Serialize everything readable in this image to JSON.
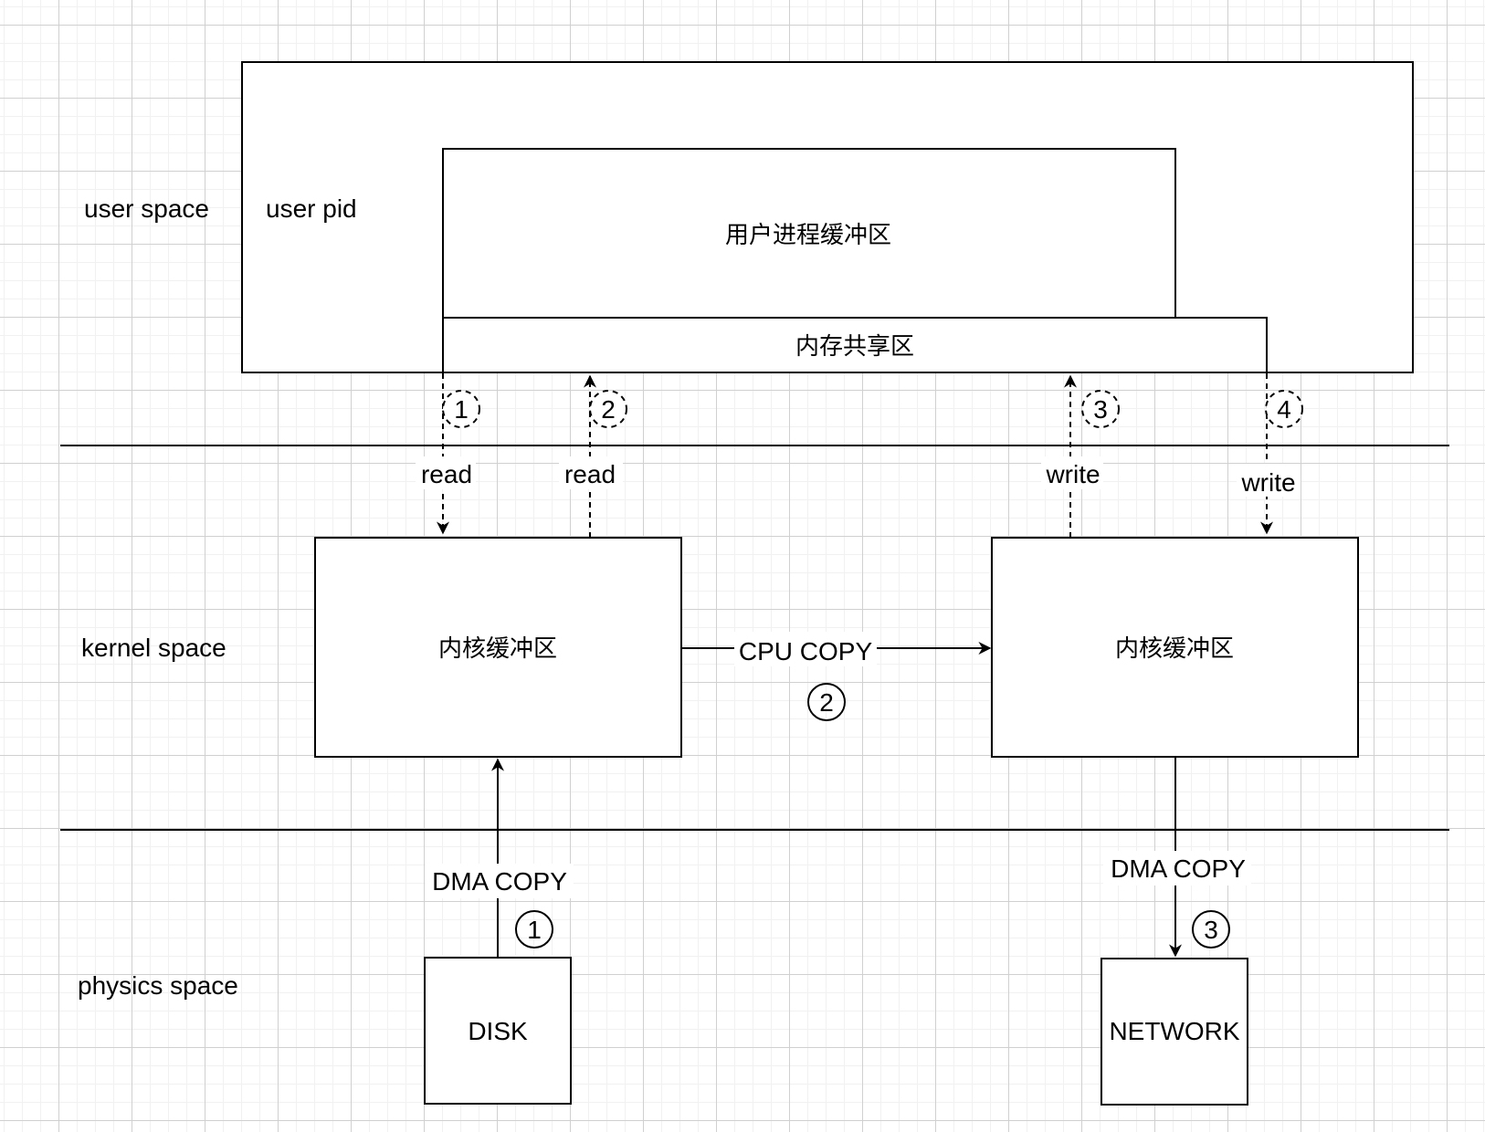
{
  "regions": {
    "user_space": "user space",
    "kernel_space": "kernel space",
    "physics_space": "physics space"
  },
  "user_box": {
    "title": "user pid",
    "process_buffer": "用户进程缓冲区",
    "shared_memory": "内存共享区"
  },
  "kernel": {
    "left_buffer": "内核缓冲区",
    "right_buffer": "内核缓冲区"
  },
  "devices": {
    "disk": "DISK",
    "network": "NETWORK"
  },
  "arrows": {
    "read_1": {
      "label": "read",
      "step": "1",
      "style": "dashed",
      "direction": "down"
    },
    "read_2": {
      "label": "read",
      "step": "2",
      "style": "dashed",
      "direction": "up"
    },
    "write_3": {
      "label": "write",
      "step": "3",
      "style": "dashed",
      "direction": "up"
    },
    "write_4": {
      "label": "write",
      "step": "4",
      "style": "dashed",
      "direction": "down"
    },
    "cpu_copy": {
      "label": "CPU COPY",
      "step": "2",
      "direction": "right"
    },
    "dma_copy_disk": {
      "label": "DMA COPY",
      "step": "1",
      "direction": "up"
    },
    "dma_copy_network": {
      "label": "DMA COPY",
      "step": "3",
      "direction": "down"
    }
  },
  "colors": {
    "stroke": "#000000",
    "background": "#ffffff",
    "grid_major": "#d0d0d0",
    "grid_minor": "#f1f1f1"
  }
}
